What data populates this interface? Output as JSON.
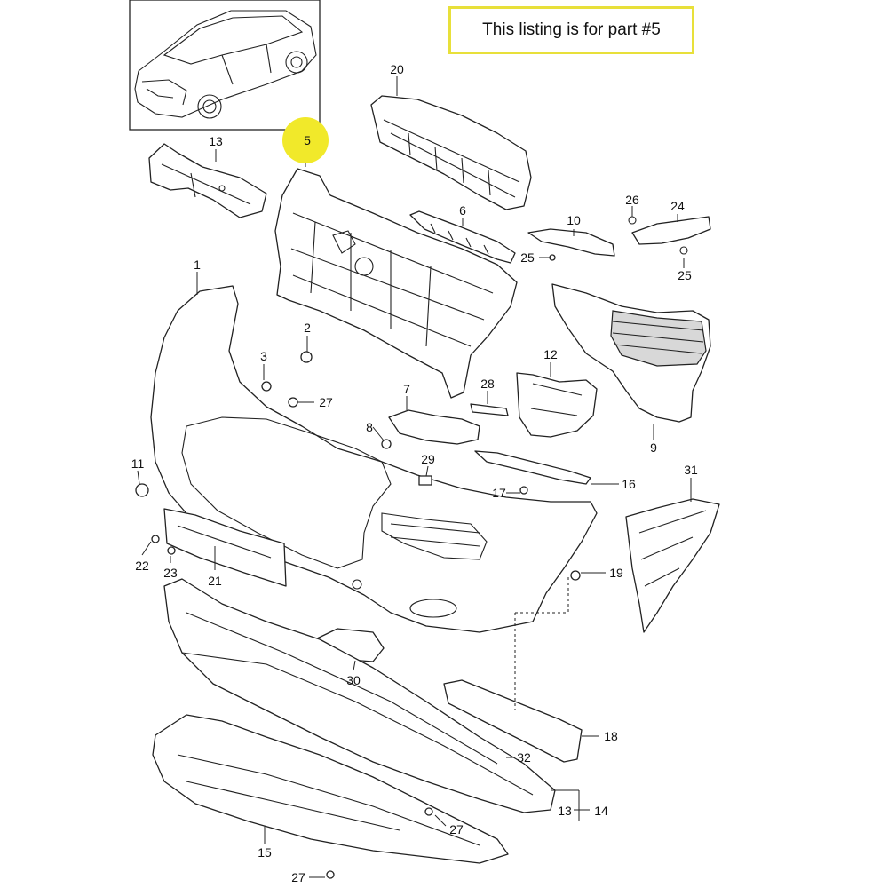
{
  "callout": {
    "text": "This listing is for part #5"
  },
  "highlight": {
    "part_number": "5",
    "color": "#f1e92a"
  },
  "colors": {
    "callout_border": "#e8e03a",
    "line": "#222222"
  },
  "labels": {
    "p1": "1",
    "p2": "2",
    "p3": "3",
    "p5": "5",
    "p6": "6",
    "p7": "7",
    "p8": "8",
    "p9": "9",
    "p10": "10",
    "p11": "11",
    "p12": "12",
    "p13a": "13",
    "p13b": "13",
    "p14": "14",
    "p15": "15",
    "p16": "16",
    "p17": "17",
    "p18": "18",
    "p19": "19",
    "p20": "20",
    "p21": "21",
    "p22": "22",
    "p23": "23",
    "p24": "24",
    "p25a": "25",
    "p25b": "25",
    "p26": "26",
    "p27a": "27",
    "p27b": "27",
    "p27c": "27",
    "p28": "28",
    "p29": "29",
    "p30": "30",
    "p31": "31",
    "p32": "32"
  }
}
